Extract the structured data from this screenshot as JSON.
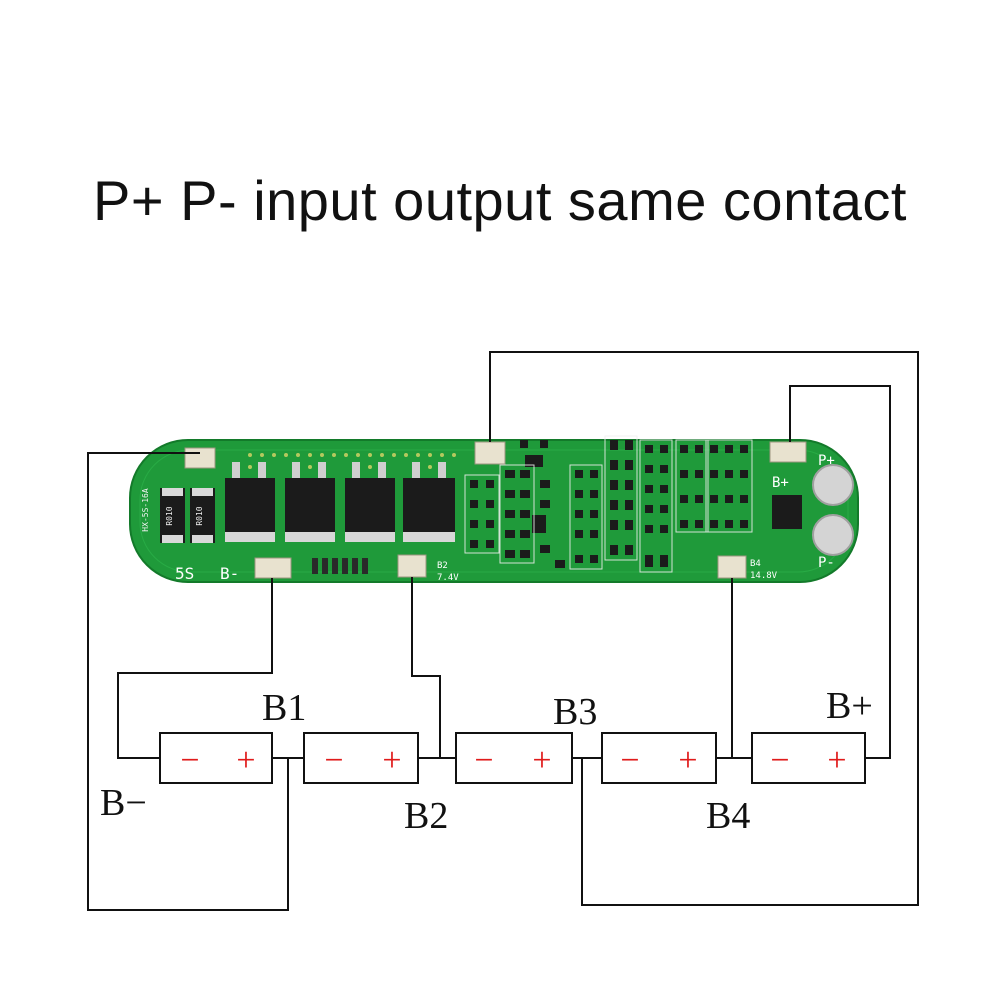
{
  "title": "P+ P- input output same contact",
  "board": {
    "label_5s": "5S",
    "label_bminus": "B-",
    "label_b2": "B2",
    "label_b2_voltage": "7.4V",
    "label_b4": "B4",
    "label_b4_voltage": "14.8V",
    "label_pplus": "P+",
    "label_pminus": "P-",
    "label_bplus": "B+",
    "resistor_code": "R010",
    "model_text": "HX-5S-16A"
  },
  "batteries": [
    {
      "minus": "−",
      "plus": "+"
    },
    {
      "minus": "−",
      "plus": "+"
    },
    {
      "minus": "−",
      "plus": "+"
    },
    {
      "minus": "−",
      "plus": "+"
    },
    {
      "minus": "−",
      "plus": "+"
    }
  ],
  "nodes": {
    "b_minus": "B−",
    "b1": "B1",
    "b2": "B2",
    "b3": "B3",
    "b4": "B4",
    "b_plus": "B+"
  },
  "colors": {
    "pcb": "#1f9a3a",
    "pcb_dark": "#137a2a",
    "pad": "#e8e2cf",
    "mosfet": "#1b1b1b",
    "wire": "#111111",
    "battery_sign": "#e01b1b"
  }
}
